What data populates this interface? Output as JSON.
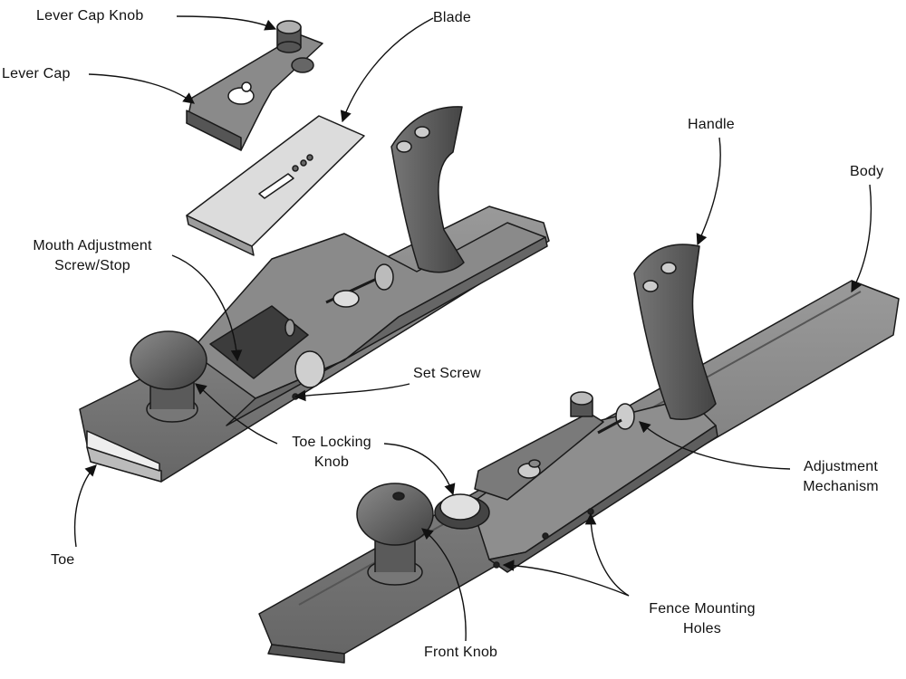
{
  "labels": {
    "lever_cap_knob": "Lever Cap Knob",
    "lever_cap": "Lever Cap",
    "blade": "Blade",
    "mouth_adjustment_line1": "Mouth Adjustment",
    "mouth_adjustment_line2": "Screw/Stop",
    "handle": "Handle",
    "body": "Body",
    "set_screw": "Set Screw",
    "toe_locking_line1": "Toe Locking",
    "toe_locking_line2": "Knob",
    "toe": "Toe",
    "adjustment_line1": "Adjustment",
    "adjustment_line2": "Mechanism",
    "fence_line1": "Fence Mounting",
    "fence_line2": "Holes",
    "front_knob": "Front Knob"
  },
  "colors": {
    "metal": "#7d7d7d",
    "metal_dark": "#4d4d4d",
    "metal_light": "#a8a8a8",
    "handle": "#5c5c5c",
    "blade": "#d9d9d9",
    "outline": "#1a1a1a"
  }
}
